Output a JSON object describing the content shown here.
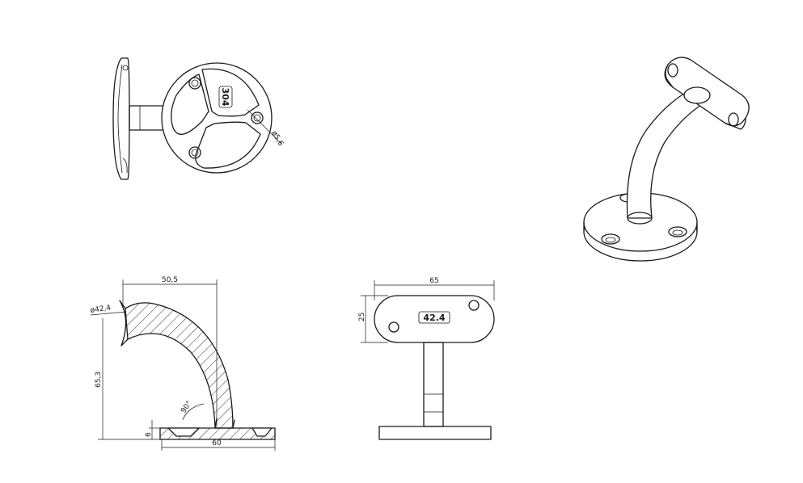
{
  "labels": {
    "material": "304",
    "pipe_size": "42.4"
  },
  "dimensions": {
    "hole_dia": "ø5,6",
    "width_top": "50,5",
    "pipe_dia": "ø42,4",
    "height": "65,3",
    "angle": "90°",
    "base_thickness": "6",
    "base_length": "60",
    "saddle_length": "65",
    "saddle_height": "25"
  }
}
